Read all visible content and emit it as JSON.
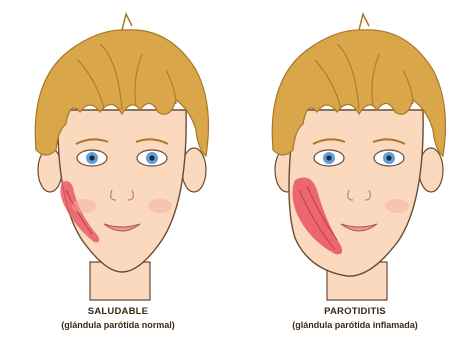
{
  "panels": [
    {
      "title": "SALUDABLE",
      "subtitle": "(glándula parótida normal)"
    },
    {
      "title": "PAROTIDITIS",
      "subtitle": "(glándula parótida inflamada)"
    }
  ],
  "colors": {
    "skin": "#fad9bf",
    "skin_shadow": "#f0b894",
    "hair": "#d9a64a",
    "hair_dark": "#a9762a",
    "outline": "#6b4a32",
    "iris": "#5f9ed8",
    "gland": "#e85a66",
    "lips": "#e89a8c"
  }
}
